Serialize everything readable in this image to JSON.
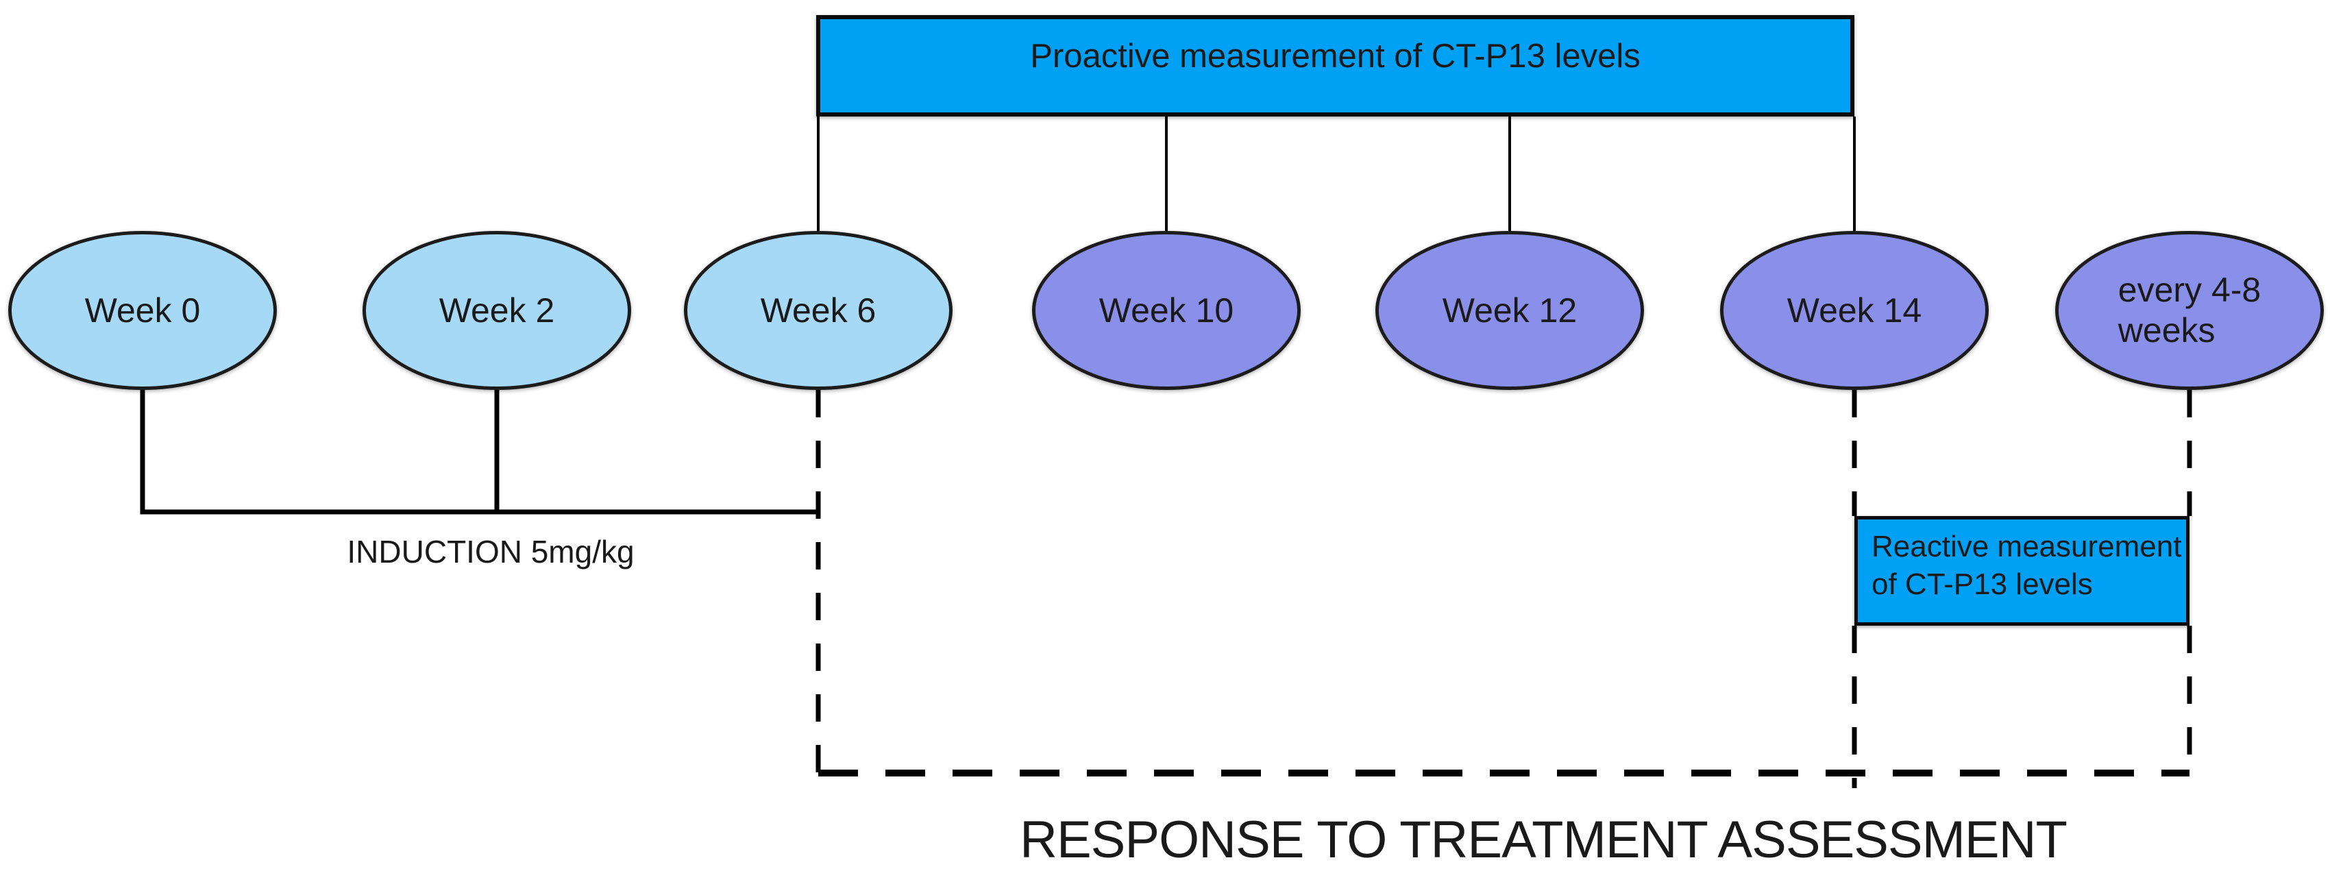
{
  "colors": {
    "background": "#FFFFFF",
    "measurement_box_fill": "#00A0F5",
    "induction_node_fill": "#A6D9F5",
    "maintenance_node_fill": "#8A8FEA",
    "line": "#000000",
    "text": "#1A1A1A"
  },
  "proactive_box": {
    "label": "Proactive measurement of CT-P13 levels"
  },
  "timeline_nodes": [
    {
      "label": "Week 0",
      "phase": "induction"
    },
    {
      "label": "Week 2",
      "phase": "induction"
    },
    {
      "label": "Week 6",
      "phase": "induction"
    },
    {
      "label": "Week 10",
      "phase": "maintenance"
    },
    {
      "label": "Week 12",
      "phase": "maintenance"
    },
    {
      "label": "Week 14",
      "phase": "maintenance"
    },
    {
      "label": "every 4-8\nweeks",
      "phase": "maintenance"
    }
  ],
  "induction_label": "INDUCTION 5mg/kg",
  "reactive_box": {
    "label": "Reactive measurement\nof CT-P13 levels"
  },
  "bottom_label": "RESPONSE TO TREATMENT ASSESSMENT"
}
